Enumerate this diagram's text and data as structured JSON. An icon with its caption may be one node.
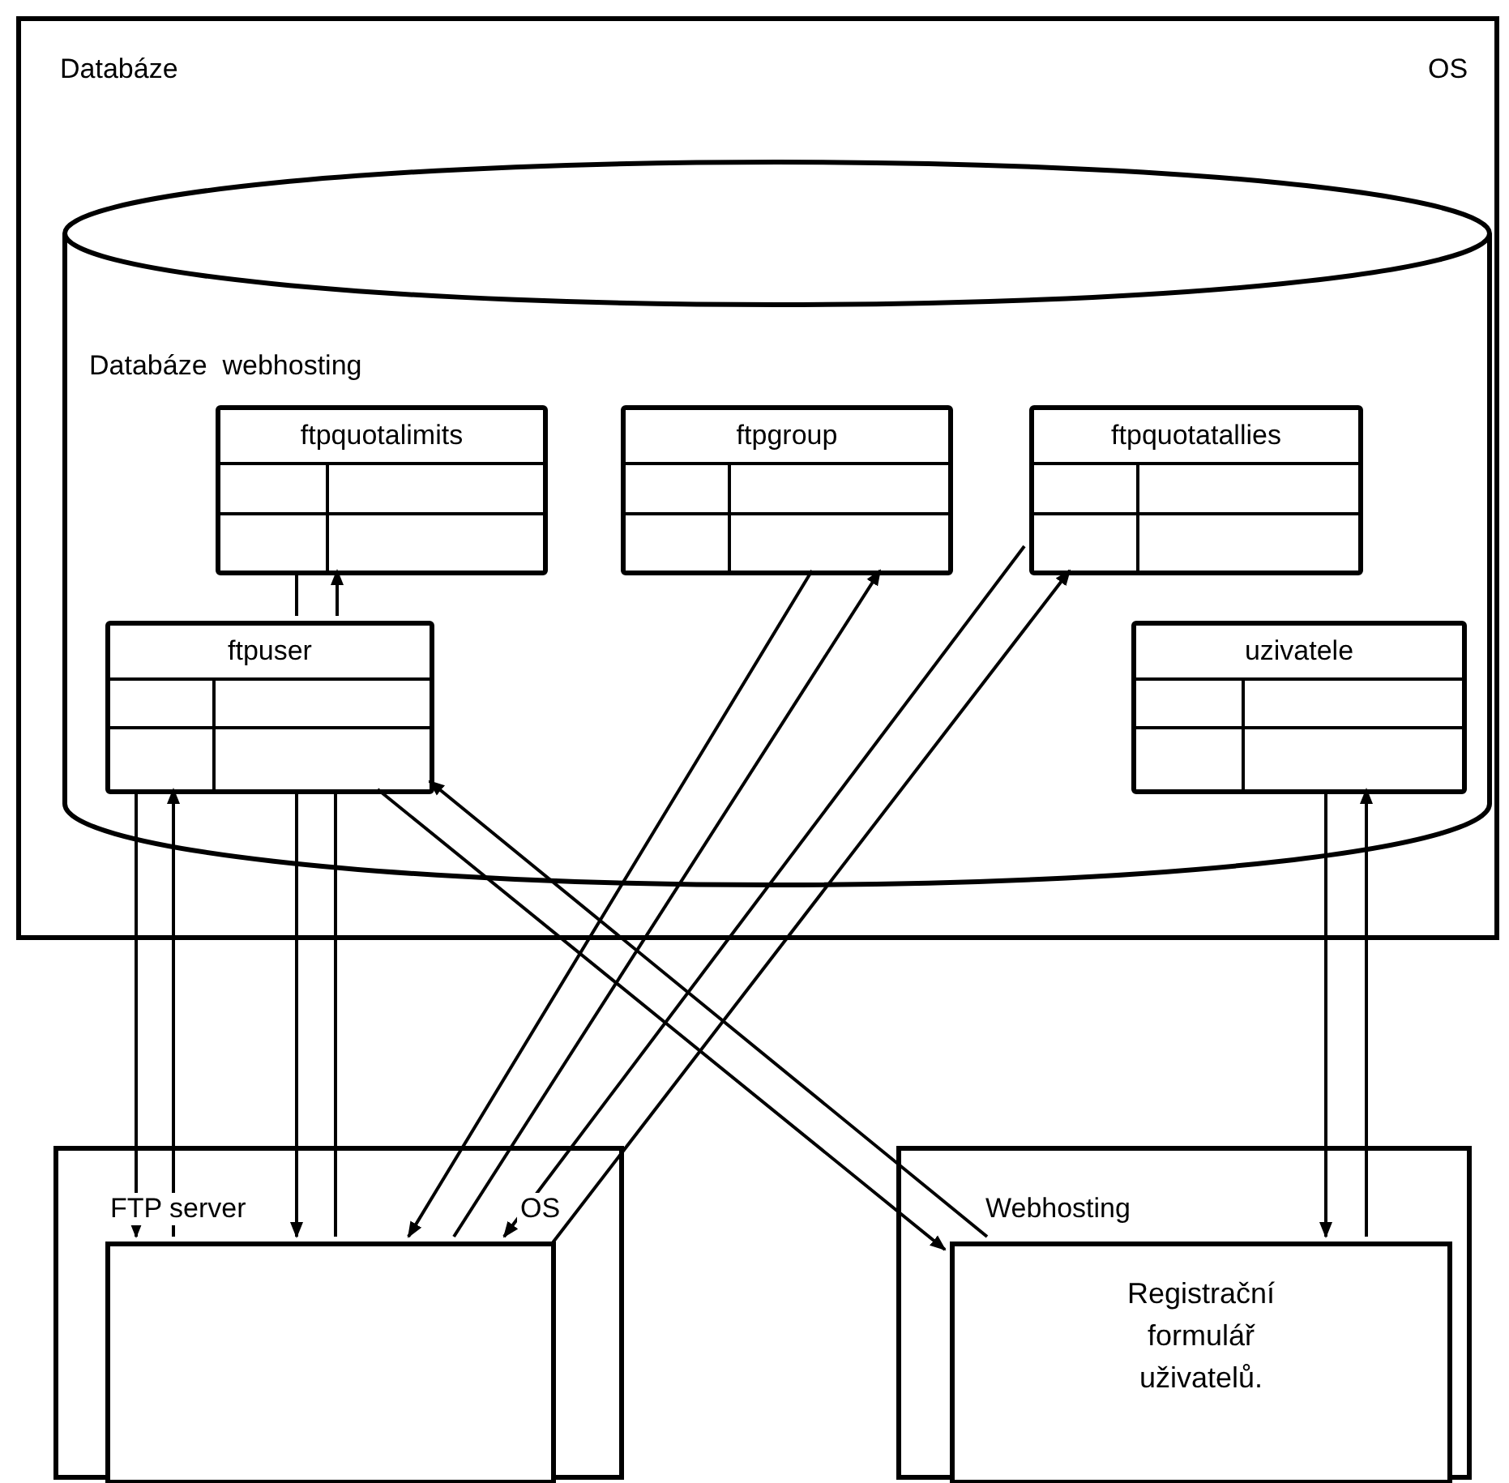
{
  "diagram": {
    "nodes": [
      {
        "text": [
          "Databáze",
          "OS"
        ]
      },
      {
        "text": [
          "Databáze  webhosting"
        ],
        "in": 0
      },
      {
        "text": [
          "ftpquotalimits"
        ],
        "in": 1
      },
      {
        "text": [
          "ftpgroup"
        ],
        "in": 1
      },
      {
        "text": [
          "ftpquotatallies"
        ],
        "in": 1
      },
      {
        "text": [
          "ftpuser"
        ],
        "in": 1
      },
      {
        "text": [
          "uzivatele"
        ],
        "in": 1
      },
      {
        "text": [
          "FTP server",
          "OS"
        ]
      },
      {
        "text": [],
        "shape": "box",
        "in": 7
      },
      {
        "text": [
          "Webhosting"
        ]
      },
      {
        "text": [
          "Registrační formulář uživatelů."
        ],
        "in": 9
      }
    ],
    "edges": [
      {
        "from": 5,
        "to": 2,
        "arrow": "none"
      },
      {
        "from": 5,
        "to": 2,
        "arrow": "to"
      },
      {
        "from": 5,
        "to": 8,
        "arrow": "to"
      },
      {
        "from": 8,
        "to": 5,
        "arrow": "to"
      },
      {
        "from": 5,
        "to": 8,
        "arrow": "to"
      },
      {
        "from": 5,
        "to": 8,
        "arrow": "none"
      },
      {
        "from": 3,
        "to": 8,
        "arrow": "to"
      },
      {
        "from": 8,
        "to": 3,
        "arrow": "to"
      },
      {
        "from": 4,
        "to": 8,
        "arrow": "to"
      },
      {
        "from": 8,
        "to": 4,
        "arrow": "to"
      },
      {
        "from": 5,
        "to": 10,
        "arrow": "to"
      },
      {
        "from": 10,
        "to": 5,
        "arrow": "to"
      },
      {
        "from": 6,
        "to": 10,
        "arrow": "to"
      },
      {
        "from": 10,
        "to": 6,
        "arrow": "to"
      }
    ]
  }
}
